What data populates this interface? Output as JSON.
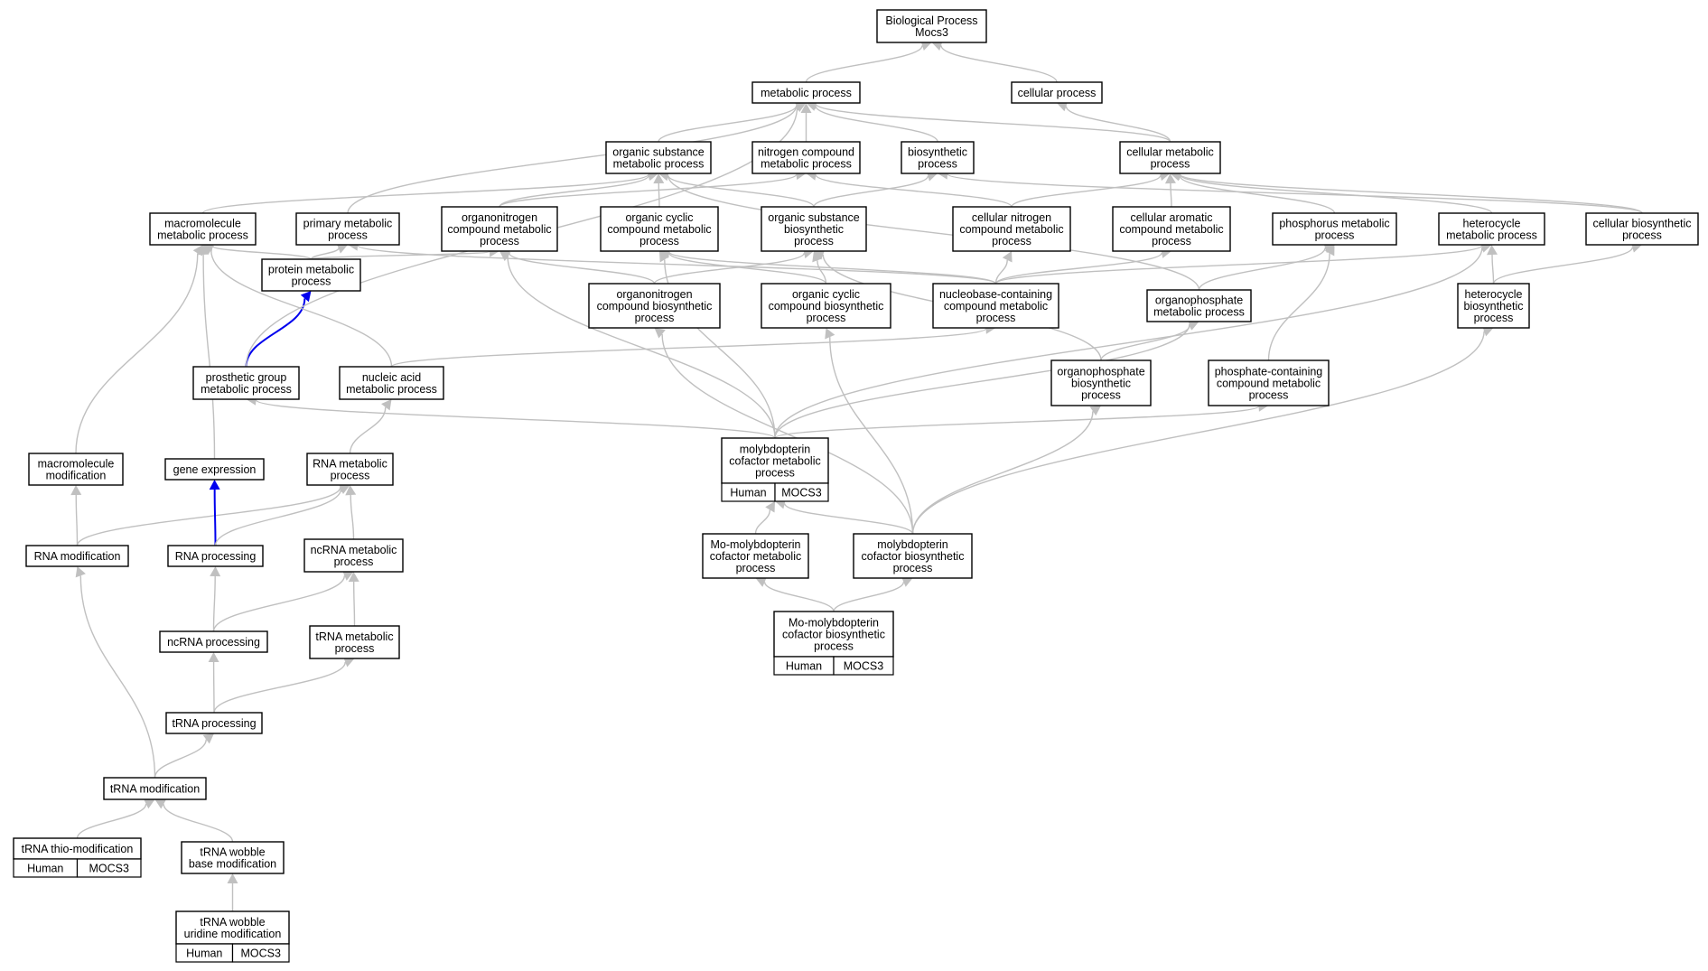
{
  "colors": {
    "edge": "#c0c0c0",
    "highlight_edge": "#0000ee",
    "tag_fill": "#f86f58",
    "node_border": "#000000"
  },
  "tag_labels": {
    "species": "Human",
    "gene": "MOCS3"
  },
  "nodes": [
    {
      "id": "root",
      "lines": [
        "Biological Process",
        "Mocs3"
      ]
    },
    {
      "id": "metabolic",
      "lines": [
        "metabolic process"
      ]
    },
    {
      "id": "cellular_process",
      "lines": [
        "cellular process"
      ]
    },
    {
      "id": "organic_substance_metabolic",
      "lines": [
        "organic substance",
        "metabolic process"
      ]
    },
    {
      "id": "nitrogen_compound_metabolic",
      "lines": [
        "nitrogen compound",
        "metabolic process"
      ]
    },
    {
      "id": "biosynthetic",
      "lines": [
        "biosynthetic",
        "process"
      ]
    },
    {
      "id": "cellular_metabolic",
      "lines": [
        "cellular metabolic",
        "process"
      ]
    },
    {
      "id": "macromolecule_metabolic",
      "lines": [
        "macromolecule",
        "metabolic process"
      ]
    },
    {
      "id": "primary_metabolic",
      "lines": [
        "primary metabolic",
        "process"
      ]
    },
    {
      "id": "organonitrogen_compound_metabolic",
      "lines": [
        "organonitrogen",
        "compound metabolic",
        "process"
      ]
    },
    {
      "id": "organic_cyclic_compound_metabolic",
      "lines": [
        "organic cyclic",
        "compound metabolic",
        "process"
      ]
    },
    {
      "id": "organic_substance_biosynthetic",
      "lines": [
        "organic substance",
        "biosynthetic",
        "process"
      ]
    },
    {
      "id": "cellular_nitrogen_compound_metabolic",
      "lines": [
        "cellular nitrogen",
        "compound metabolic",
        "process"
      ]
    },
    {
      "id": "cellular_aromatic_compound_metabolic",
      "lines": [
        "cellular aromatic",
        "compound metabolic",
        "process"
      ]
    },
    {
      "id": "phosphorus_metabolic",
      "lines": [
        "phosphorus metabolic",
        "process"
      ]
    },
    {
      "id": "heterocycle_metabolic",
      "lines": [
        "heterocycle",
        "metabolic process"
      ]
    },
    {
      "id": "cellular_biosynthetic",
      "lines": [
        "cellular biosynthetic",
        "process"
      ]
    },
    {
      "id": "protein_metabolic",
      "lines": [
        "protein metabolic",
        "process"
      ]
    },
    {
      "id": "organonitrogen_compound_biosynthetic",
      "lines": [
        "organonitrogen",
        "compound biosynthetic",
        "process"
      ]
    },
    {
      "id": "organic_cyclic_compound_biosynthetic",
      "lines": [
        "organic cyclic",
        "compound biosynthetic",
        "process"
      ]
    },
    {
      "id": "nucleobase_containing_compound_metabolic",
      "lines": [
        "nucleobase-containing",
        "compound metabolic",
        "process"
      ]
    },
    {
      "id": "organophosphate_metabolic",
      "lines": [
        "organophosphate",
        "metabolic process"
      ]
    },
    {
      "id": "heterocycle_biosynthetic",
      "lines": [
        "heterocycle",
        "biosynthetic",
        "process"
      ]
    },
    {
      "id": "prosthetic_group_metabolic",
      "lines": [
        "prosthetic group",
        "metabolic process"
      ]
    },
    {
      "id": "nucleic_acid_metabolic",
      "lines": [
        "nucleic acid",
        "metabolic process"
      ]
    },
    {
      "id": "organophosphate_biosynthetic",
      "lines": [
        "organophosphate",
        "biosynthetic",
        "process"
      ]
    },
    {
      "id": "phosphate_containing_compound_metabolic",
      "lines": [
        "phosphate-containing",
        "compound metabolic",
        "process"
      ]
    },
    {
      "id": "macromolecule_modification",
      "lines": [
        "macromolecule",
        "modification"
      ]
    },
    {
      "id": "gene_expression",
      "lines": [
        "gene expression"
      ]
    },
    {
      "id": "rna_metabolic",
      "lines": [
        "RNA metabolic",
        "process"
      ]
    },
    {
      "id": "molybdopterin_cofactor_metabolic",
      "lines": [
        "molybdopterin",
        "cofactor metabolic",
        "process"
      ],
      "tagged": true
    },
    {
      "id": "rna_modification",
      "lines": [
        "RNA modification"
      ]
    },
    {
      "id": "rna_processing",
      "lines": [
        "RNA processing"
      ]
    },
    {
      "id": "ncrna_metabolic",
      "lines": [
        "ncRNA metabolic",
        "process"
      ]
    },
    {
      "id": "mo_molybdopterin_cofactor_metabolic",
      "lines": [
        "Mo-molybdopterin",
        "cofactor metabolic",
        "process"
      ]
    },
    {
      "id": "molybdopterin_cofactor_biosynthetic",
      "lines": [
        "molybdopterin",
        "cofactor biosynthetic",
        "process"
      ]
    },
    {
      "id": "ncrna_processing",
      "lines": [
        "ncRNA processing"
      ]
    },
    {
      "id": "trna_metabolic",
      "lines": [
        "tRNA metabolic",
        "process"
      ]
    },
    {
      "id": "mo_molybdopterin_cofactor_biosynthetic",
      "lines": [
        "Mo-molybdopterin",
        "cofactor biosynthetic",
        "process"
      ],
      "tagged": true
    },
    {
      "id": "trna_processing",
      "lines": [
        "tRNA processing"
      ]
    },
    {
      "id": "trna_modification",
      "lines": [
        "tRNA modification"
      ]
    },
    {
      "id": "trna_thio_modification",
      "lines": [
        "tRNA thio-modification"
      ],
      "tagged": true
    },
    {
      "id": "trna_wobble_base_modification",
      "lines": [
        "tRNA wobble",
        "base modification"
      ]
    },
    {
      "id": "trna_wobble_uridine_modification",
      "lines": [
        "tRNA wobble",
        "uridine modification"
      ],
      "tagged": true
    }
  ],
  "edges": [
    [
      "metabolic",
      "root"
    ],
    [
      "cellular_process",
      "root"
    ],
    [
      "organic_substance_metabolic",
      "metabolic"
    ],
    [
      "nitrogen_compound_metabolic",
      "metabolic"
    ],
    [
      "biosynthetic",
      "metabolic"
    ],
    [
      "cellular_metabolic",
      "metabolic"
    ],
    [
      "cellular_metabolic",
      "cellular_process"
    ],
    [
      "macromolecule_metabolic",
      "organic_substance_metabolic"
    ],
    [
      "primary_metabolic",
      "metabolic"
    ],
    [
      "organonitrogen_compound_metabolic",
      "organic_substance_metabolic"
    ],
    [
      "organonitrogen_compound_metabolic",
      "nitrogen_compound_metabolic"
    ],
    [
      "organic_cyclic_compound_metabolic",
      "organic_substance_metabolic"
    ],
    [
      "organic_substance_biosynthetic",
      "organic_substance_metabolic"
    ],
    [
      "organic_substance_biosynthetic",
      "biosynthetic"
    ],
    [
      "cellular_nitrogen_compound_metabolic",
      "nitrogen_compound_metabolic"
    ],
    [
      "cellular_nitrogen_compound_metabolic",
      "cellular_metabolic"
    ],
    [
      "cellular_aromatic_compound_metabolic",
      "cellular_metabolic"
    ],
    [
      "phosphorus_metabolic",
      "cellular_metabolic"
    ],
    [
      "heterocycle_metabolic",
      "cellular_metabolic"
    ],
    [
      "cellular_biosynthetic",
      "cellular_metabolic"
    ],
    [
      "cellular_biosynthetic",
      "biosynthetic"
    ],
    [
      "protein_metabolic",
      "macromolecule_metabolic"
    ],
    [
      "protein_metabolic",
      "primary_metabolic"
    ],
    [
      "protein_metabolic",
      "organonitrogen_compound_metabolic"
    ],
    [
      "organonitrogen_compound_biosynthetic",
      "organonitrogen_compound_metabolic"
    ],
    [
      "organonitrogen_compound_biosynthetic",
      "organic_substance_biosynthetic"
    ],
    [
      "organic_cyclic_compound_biosynthetic",
      "organic_cyclic_compound_metabolic"
    ],
    [
      "organic_cyclic_compound_biosynthetic",
      "organic_substance_biosynthetic"
    ],
    [
      "nucleobase_containing_compound_metabolic",
      "primary_metabolic"
    ],
    [
      "nucleobase_containing_compound_metabolic",
      "organic_cyclic_compound_metabolic"
    ],
    [
      "nucleobase_containing_compound_metabolic",
      "cellular_nitrogen_compound_metabolic"
    ],
    [
      "nucleobase_containing_compound_metabolic",
      "cellular_aromatic_compound_metabolic"
    ],
    [
      "nucleobase_containing_compound_metabolic",
      "heterocycle_metabolic"
    ],
    [
      "organophosphate_metabolic",
      "phosphorus_metabolic"
    ],
    [
      "organophosphate_metabolic",
      "organic_substance_metabolic"
    ],
    [
      "heterocycle_biosynthetic",
      "heterocycle_metabolic"
    ],
    [
      "heterocycle_biosynthetic",
      "cellular_biosynthetic"
    ],
    [
      "prosthetic_group_metabolic",
      "protein_metabolic",
      "hl"
    ],
    [
      "prosthetic_group_metabolic",
      "metabolic"
    ],
    [
      "nucleic_acid_metabolic",
      "macromolecule_metabolic"
    ],
    [
      "nucleic_acid_metabolic",
      "nucleobase_containing_compound_metabolic"
    ],
    [
      "organophosphate_biosynthetic",
      "organophosphate_metabolic"
    ],
    [
      "organophosphate_biosynthetic",
      "organic_substance_biosynthetic"
    ],
    [
      "phosphate_containing_compound_metabolic",
      "phosphorus_metabolic"
    ],
    [
      "macromolecule_modification",
      "macromolecule_metabolic"
    ],
    [
      "gene_expression",
      "macromolecule_metabolic"
    ],
    [
      "rna_metabolic",
      "nucleic_acid_metabolic"
    ],
    [
      "molybdopterin_cofactor_metabolic",
      "prosthetic_group_metabolic"
    ],
    [
      "molybdopterin_cofactor_metabolic",
      "organonitrogen_compound_metabolic"
    ],
    [
      "molybdopterin_cofactor_metabolic",
      "organic_cyclic_compound_metabolic"
    ],
    [
      "molybdopterin_cofactor_metabolic",
      "organophosphate_metabolic"
    ],
    [
      "molybdopterin_cofactor_metabolic",
      "heterocycle_metabolic"
    ],
    [
      "molybdopterin_cofactor_metabolic",
      "phosphate_containing_compound_metabolic"
    ],
    [
      "rna_modification",
      "macromolecule_modification"
    ],
    [
      "rna_modification",
      "rna_metabolic"
    ],
    [
      "rna_processing",
      "gene_expression",
      "hl"
    ],
    [
      "rna_processing",
      "rna_metabolic"
    ],
    [
      "ncrna_metabolic",
      "rna_metabolic"
    ],
    [
      "mo_molybdopterin_cofactor_metabolic",
      "molybdopterin_cofactor_metabolic"
    ],
    [
      "molybdopterin_cofactor_biosynthetic",
      "molybdopterin_cofactor_metabolic"
    ],
    [
      "molybdopterin_cofactor_biosynthetic",
      "organonitrogen_compound_biosynthetic"
    ],
    [
      "molybdopterin_cofactor_biosynthetic",
      "organic_cyclic_compound_biosynthetic"
    ],
    [
      "molybdopterin_cofactor_biosynthetic",
      "organophosphate_biosynthetic"
    ],
    [
      "molybdopterin_cofactor_biosynthetic",
      "heterocycle_biosynthetic"
    ],
    [
      "ncrna_processing",
      "rna_processing"
    ],
    [
      "ncrna_processing",
      "ncrna_metabolic"
    ],
    [
      "trna_metabolic",
      "ncrna_metabolic"
    ],
    [
      "mo_molybdopterin_cofactor_biosynthetic",
      "mo_molybdopterin_cofactor_metabolic"
    ],
    [
      "mo_molybdopterin_cofactor_biosynthetic",
      "molybdopterin_cofactor_biosynthetic"
    ],
    [
      "trna_processing",
      "ncrna_processing"
    ],
    [
      "trna_processing",
      "trna_metabolic"
    ],
    [
      "trna_modification",
      "trna_processing"
    ],
    [
      "trna_modification",
      "rna_modification"
    ],
    [
      "trna_thio_modification",
      "trna_modification"
    ],
    [
      "trna_wobble_base_modification",
      "trna_modification"
    ],
    [
      "trna_wobble_uridine_modification",
      "trna_wobble_base_modification"
    ]
  ]
}
